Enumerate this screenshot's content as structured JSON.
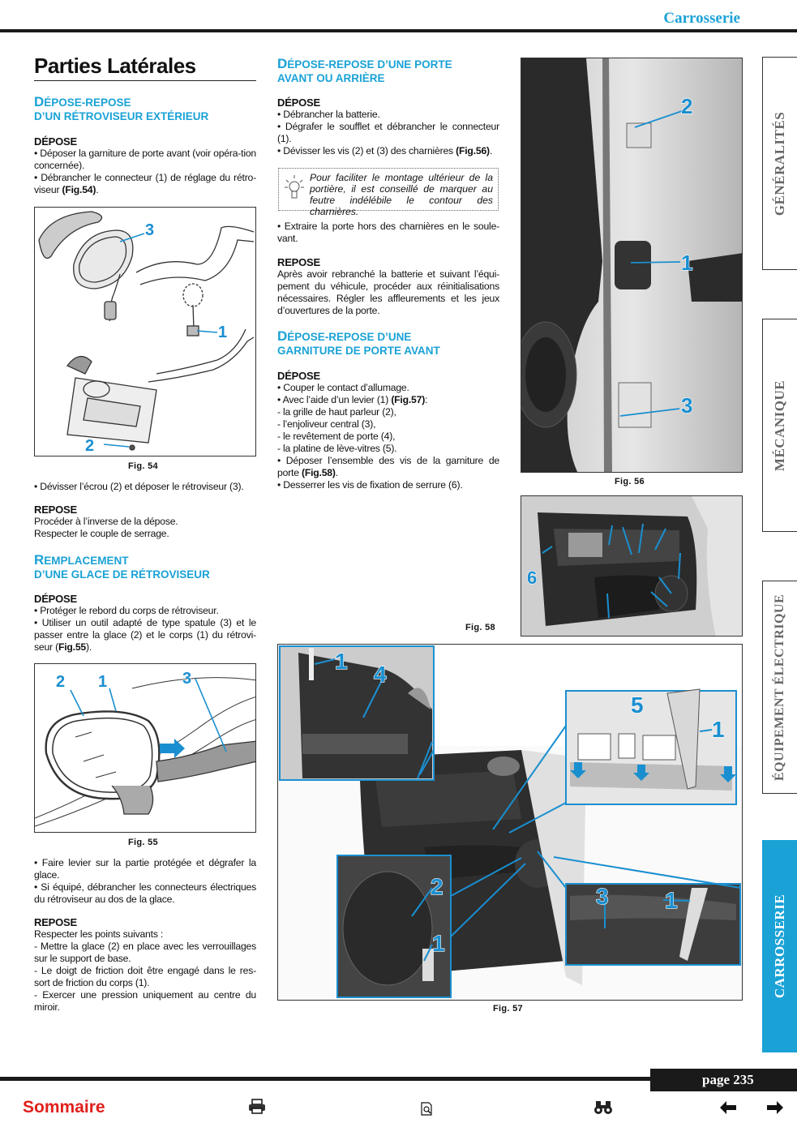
{
  "header": {
    "section": "Carrosserie"
  },
  "page_title": "Parties Latérales",
  "left": {
    "s1_title_cap": "D",
    "s1_title_rest": "ÉPOSE-REPOSE",
    "s1_title_line2": "D’UN RÉTROVISEUR EXTÉRIEUR",
    "s1_depose": "DÉPOSE",
    "s1_p1": "• Déposer la garniture de porte avant (voir opéra-tion concernée).",
    "s1_p2a": "• Débrancher le connecteur (1) de réglage du rétro-viseur ",
    "s1_p2b": "(Fig.54)",
    "s1_p2c": ".",
    "fig54": "Fig. 54",
    "s1_p3": "• Dévisser l’écrou (2) et déposer le rétroviseur (3).",
    "s1_repose": "REPOSE",
    "s1_p4": "Procéder à l’inverse de la dépose.",
    "s1_p5": "Respecter le couple de serrage.",
    "s2_title_cap": "R",
    "s2_title_rest": "EMPLACEMENT",
    "s2_title_line2": "D’UNE GLACE DE RÉTROVISEUR",
    "s2_depose": "DÉPOSE",
    "s2_p1": "• Protéger le rebord du corps de rétroviseur.",
    "s2_p2a": "• Utiliser un outil adapté de type spatule (3) et le passer entre la glace (2) et le corps (1) du rétrovi-seur (",
    "s2_p2b": "Fig.55",
    "s2_p2c": ").",
    "fig55": "Fig. 55",
    "s2_p3": "• Faire levier sur la partie protégée et dégrafer la glace.",
    "s2_p4": "• Si équipé, débrancher les connecteurs électriques du rétroviseur au dos de la glace.",
    "s2_repose": "REPOSE",
    "s2_p5": "Respecter les points suivants :",
    "s2_p6": "- Mettre la glace (2) en place avec les verrouillages sur le support de base.",
    "s2_p7": "- Le doigt de friction doit être engagé dans le res-sort de friction du corps (1).",
    "s2_p8": "- Exercer une pression uniquement au centre du miroir."
  },
  "middle": {
    "s3_title_cap": "D",
    "s3_title_rest": "ÉPOSE-REPOSE D’UNE PORTE",
    "s3_title_line2": "AVANT OU ARRIÈRE",
    "s3_depose": "DÉPOSE",
    "s3_p1": "• Débrancher la batterie.",
    "s3_p2": "• Dégrafer le soufflet et débrancher le connecteur (1).",
    "s3_p3a": "• Dévisser les vis (2) et (3) des charnières ",
    "s3_p3b": "(Fig.56)",
    "s3_p3c": ".",
    "note": "Pour faciliter le montage ultérieur de la portière, il est conseillé de marquer au feutre indélébile le contour des charnières.",
    "s3_p4": "• Extraire la porte hors des charnières en le soule-vant.",
    "s3_repose": "REPOSE",
    "s3_p5": "Après avoir rebranché la batterie et suivant l’équi-pement du véhicule, procéder aux réinitialisations nécessaires. Régler les affleurements et les jeux d’ouvertures de la porte.",
    "s4_title_cap": "D",
    "s4_title_rest": "ÉPOSE-REPOSE D’UNE",
    "s4_title_line2": "GARNITURE DE PORTE AVANT",
    "s4_depose": "DÉPOSE",
    "s4_p1": "• Couper le contact d’allumage.",
    "s4_p2a": "• Avec l’aide d’un levier (1) ",
    "s4_p2b": "(Fig.57)",
    "s4_p2c": ":",
    "s4_p3": "- la grille de haut parleur (2),",
    "s4_p4": "- l’enjoliveur central (3),",
    "s4_p5": "- le revêtement de porte (4),",
    "s4_p6": "- la platine de lève-vitres (5).",
    "s4_p7a": "• Déposer l’ensemble des vis de la garniture de porte ",
    "s4_p7b": "(Fig.58)",
    "s4_p7c": ".",
    "s4_p8": "• Desserrer les vis de fixation de serrure (6).",
    "fig58": "Fig. 58",
    "fig57": "Fig. 57"
  },
  "right": {
    "fig56": "Fig. 56"
  },
  "tabs": [
    {
      "label": "GÉNÉRALITÉS"
    },
    {
      "label": "MÉCANIQUE"
    },
    {
      "label": "ÉQUIPEMENT ÉLECTRIQUE"
    },
    {
      "label": "CARROSSERIE"
    }
  ],
  "labels": {
    "fig54": [
      "3",
      "1",
      "2"
    ],
    "fig55": [
      "2",
      "1",
      "3"
    ],
    "fig56": [
      "2",
      "1",
      "3"
    ],
    "fig57": [
      "1",
      "4",
      "5",
      "1",
      "2",
      "1",
      "3",
      "1"
    ],
    "fig58": [
      "6"
    ]
  },
  "footer": {
    "page": "page 235",
    "sommaire": "Sommaire"
  },
  "colors": {
    "accent": "#1aa2d6",
    "sommaire": "#e0201c",
    "dark": "#1a1a1a",
    "callout": "#1a8fd0"
  }
}
